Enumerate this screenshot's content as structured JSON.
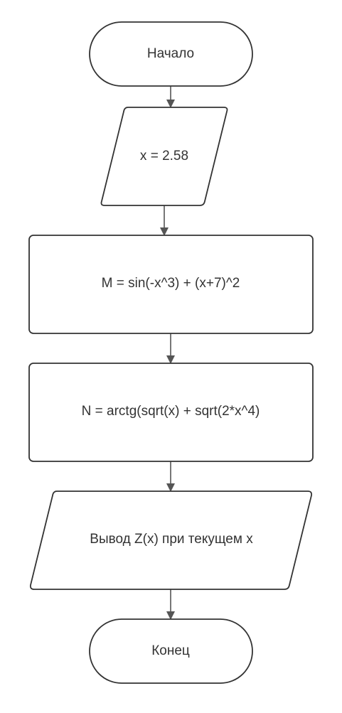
{
  "flowchart": {
    "start": {
      "label": "Начало"
    },
    "input": {
      "label": "x = 2.58"
    },
    "process_m": {
      "label": "M = sin(-x^3) + (x+7)^2"
    },
    "process_n": {
      "label": "N = arctg(sqrt(x) + sqrt(2*x^4)"
    },
    "output": {
      "label": "Вывод Z(x) при текущем x"
    },
    "end": {
      "label": "Конец"
    }
  },
  "colors": {
    "stroke": "#333333",
    "fill": "#ffffff",
    "arrow": "#555555",
    "text": "#333333"
  }
}
